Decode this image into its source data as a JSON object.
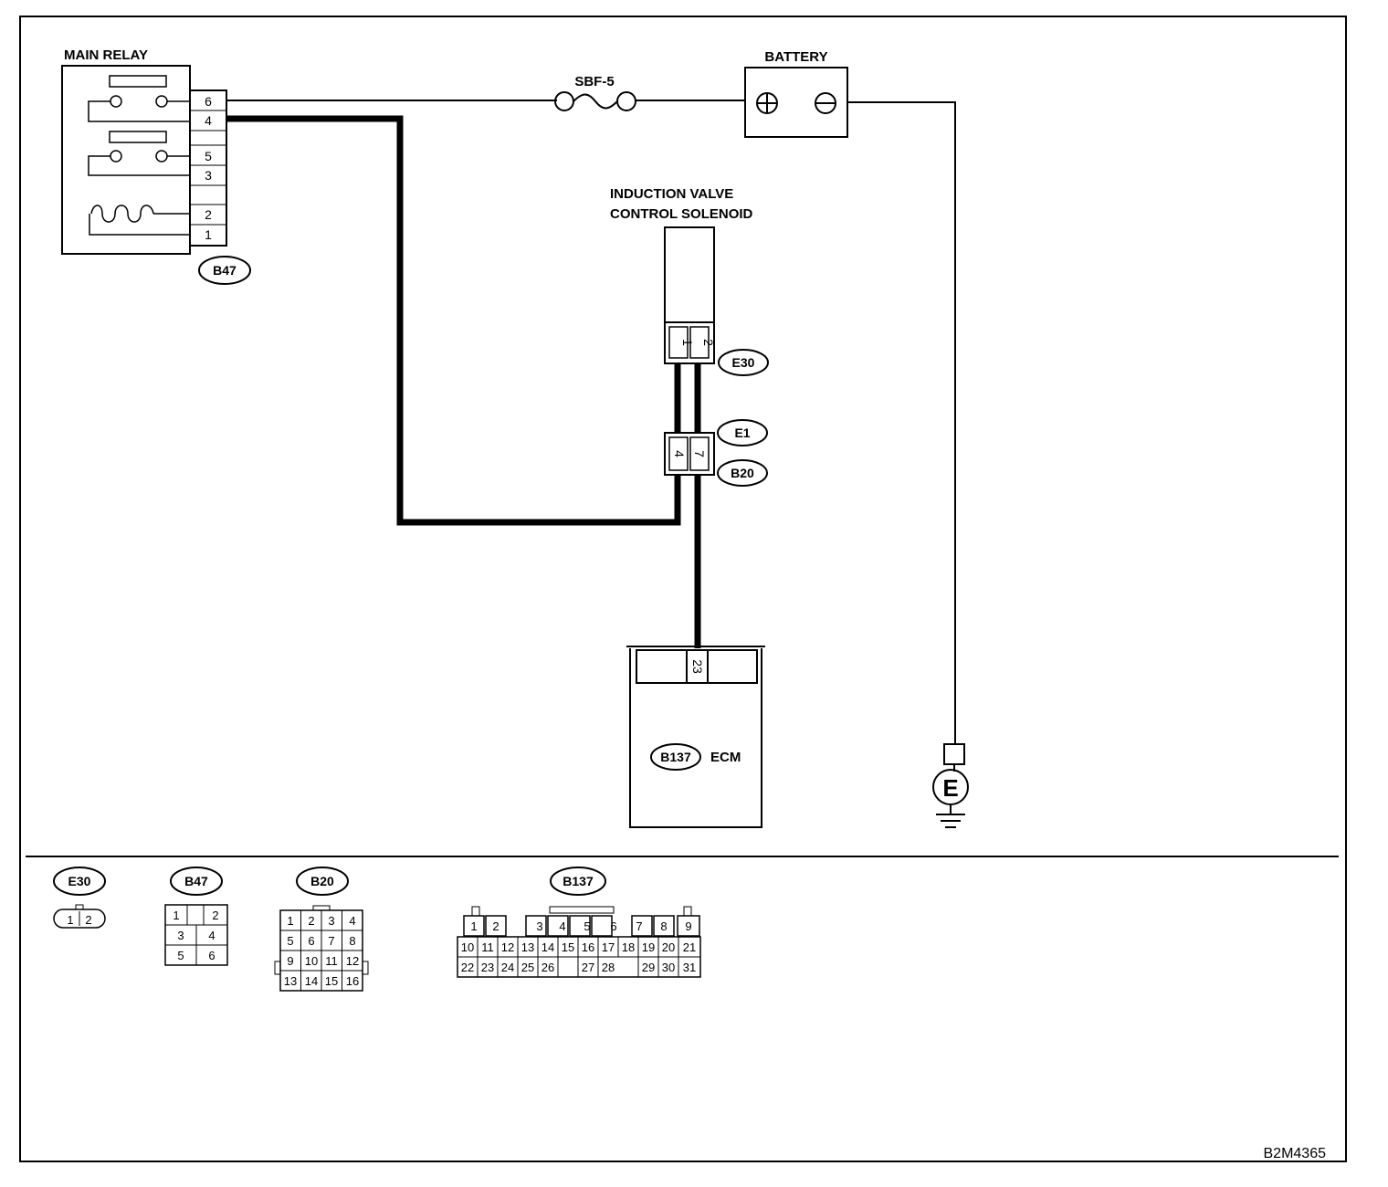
{
  "diagram_code": "B2M4365",
  "components": {
    "main_relay": {
      "label": "MAIN RELAY",
      "connector": "B47",
      "terminals": [
        "6",
        "4",
        "5",
        "3",
        "2",
        "1"
      ]
    },
    "fuse": {
      "label": "SBF-5"
    },
    "battery": {
      "label": "BATTERY",
      "positive_symbol": "⊕",
      "negative_symbol": "⊖"
    },
    "solenoid": {
      "label_line1": "INDUCTION VALVE",
      "label_line2": "CONTROL SOLENOID",
      "connector": "E30",
      "terminals": [
        "1",
        "2"
      ]
    },
    "intermediate_connector": {
      "connector_top": "E1",
      "connector_bottom": "B20",
      "terminals": [
        "4",
        "7"
      ]
    },
    "ecm": {
      "label": "ECM",
      "connector": "B137",
      "terminal": "23"
    },
    "ground": {
      "label": "E"
    }
  },
  "connector_views": {
    "e30": {
      "label": "E30",
      "pins": [
        "1",
        "2"
      ]
    },
    "b47": {
      "label": "B47",
      "pins": [
        "1",
        "2",
        "3",
        "4",
        "5",
        "6"
      ]
    },
    "b20": {
      "label": "B20",
      "pins": [
        "1",
        "2",
        "3",
        "4",
        "5",
        "6",
        "7",
        "8",
        "9",
        "10",
        "11",
        "12",
        "13",
        "14",
        "15",
        "16"
      ]
    },
    "b137": {
      "label": "B137",
      "pins": [
        "1",
        "2",
        "3",
        "4",
        "5",
        "6",
        "7",
        "8",
        "9",
        "10",
        "11",
        "12",
        "13",
        "14",
        "15",
        "16",
        "17",
        "18",
        "19",
        "20",
        "21",
        "22",
        "23",
        "24",
        "25",
        "26",
        "27",
        "28",
        "29",
        "30",
        "31"
      ]
    }
  }
}
